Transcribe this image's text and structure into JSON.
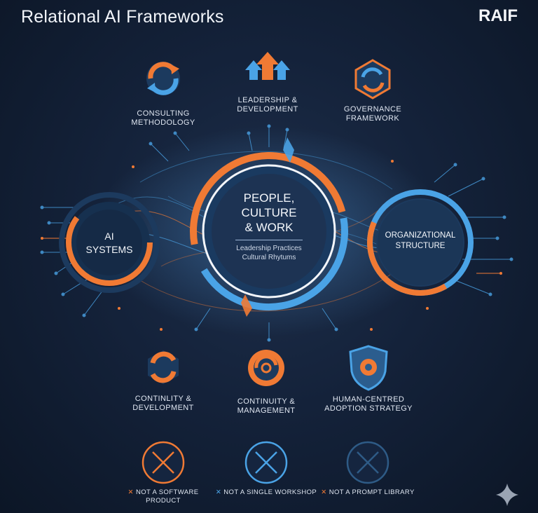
{
  "header": {
    "title": "Relational AI Frameworks",
    "brand": "RAIF"
  },
  "colors": {
    "background": "#13213a",
    "orange": "#f07a34",
    "blue": "#4aa3e6",
    "navy": "#1c3a5e"
  },
  "top_items": [
    {
      "label_line1": "CONSULTING",
      "label_line2": "METHODOLOGY",
      "icon": "cycle-arrows-icon"
    },
    {
      "label_line1": "LEADERSHIP &",
      "label_line2": "DEVELOPMENT",
      "icon": "upward-arrows-icon"
    },
    {
      "label_line1": "GOVERNANCE",
      "label_line2": "FRAMEWORK",
      "icon": "hexagon-cycle-icon"
    }
  ],
  "hubs": {
    "left": {
      "line1": "AI",
      "line2": "SYSTEMS"
    },
    "center": {
      "line1": "PEOPLE,",
      "line2": "CULTURE",
      "line3": "& WORK",
      "sub1": "Leadership Practices",
      "sub2": "Cultural Rhytums"
    },
    "right": {
      "line1": "ORGANIZATIONAL",
      "line2": "STRUCTURE"
    }
  },
  "bottom_items": [
    {
      "label_line1": "CONTINLITY &",
      "label_line2": "DEVELOPMENT",
      "icon": "cycle-hexagon-icon"
    },
    {
      "label_line1": "CONTINUITY &",
      "label_line2": "MANAGEMENT",
      "icon": "swirl-circle-icon"
    },
    {
      "label_line1": "HUMAN-CENTRED",
      "label_line2": "ADOPTION STRATEGY",
      "icon": "shield-gear-icon"
    }
  ],
  "not_items": [
    {
      "mark": "✕",
      "line1": "NOT A SOFTWARE",
      "line2": "PRODUCT"
    },
    {
      "mark": "✕",
      "line1": "NOT A SINGLE WORKSHOP",
      "line2": ""
    },
    {
      "mark": "✕",
      "line1": "NOT A PROMPT LIBRARY",
      "line2": ""
    }
  ]
}
